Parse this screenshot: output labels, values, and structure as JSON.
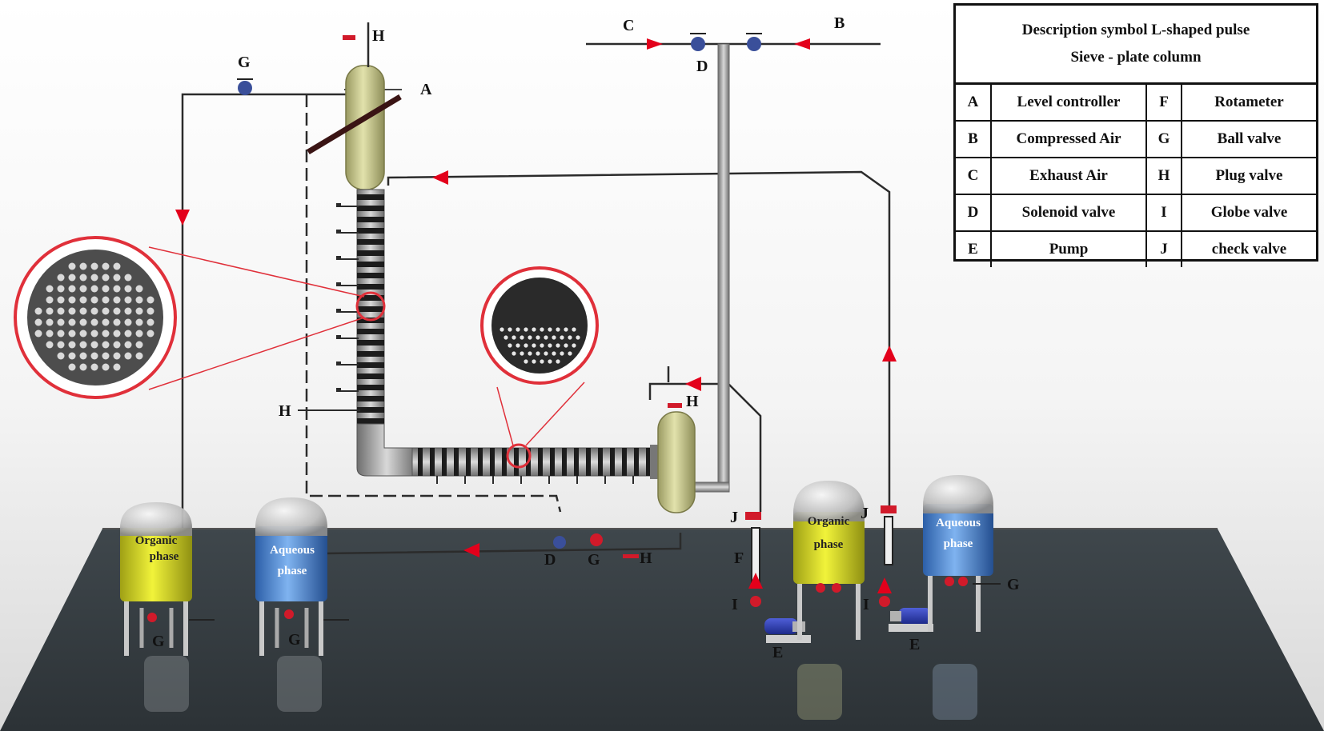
{
  "legend": {
    "title_line1": "Description symbol L-shaped pulse",
    "title_line2": "Sieve - plate column",
    "rows": [
      {
        "sym1": "A",
        "desc1": "Level controller",
        "sym2": "F",
        "desc2": "Rotameter"
      },
      {
        "sym1": "B",
        "desc1": "Compressed Air",
        "sym2": "G",
        "desc2": "Ball valve"
      },
      {
        "sym1": "C",
        "desc1": "Exhaust Air",
        "sym2": "H",
        "desc2": "Plug valve"
      },
      {
        "sym1": "D",
        "desc1": "Solenoid valve",
        "sym2": "I",
        "desc2": "Globe valve"
      },
      {
        "sym1": "E",
        "desc1": "Pump",
        "sym2": "J",
        "desc2": "check valve"
      }
    ]
  },
  "labels": {
    "h_top": "H",
    "g_top": "G",
    "a": "A",
    "c": "C",
    "b": "B",
    "d_top": "D",
    "h_left": "H",
    "h_settler": "H",
    "d_bottom": "D",
    "g_bottom": "G",
    "h_bottom": "H",
    "j_left": "J",
    "f": "F",
    "i_left": "I",
    "e_left": "E",
    "j_right": "J",
    "i_right": "I",
    "e_right": "E",
    "g_right": "G",
    "g_tank1": "G",
    "g_tank2": "G"
  },
  "tanks": {
    "t1_line1": "Organic",
    "t1_line2": "phase",
    "t2_line1": "Aqueous",
    "t2_line2": "phase",
    "t3_line1": "Organic",
    "t3_line2": "phase",
    "t4_line1": "Aqueous",
    "t4_line2": "phase"
  },
  "colors": {
    "flow_arrow": "#e3001b",
    "magnifier": "#e0303a",
    "organic": "#e8ea2a",
    "aqueous": "#4a8fe0",
    "column_head": "#c9c98e",
    "table_top": "#3a4146"
  }
}
